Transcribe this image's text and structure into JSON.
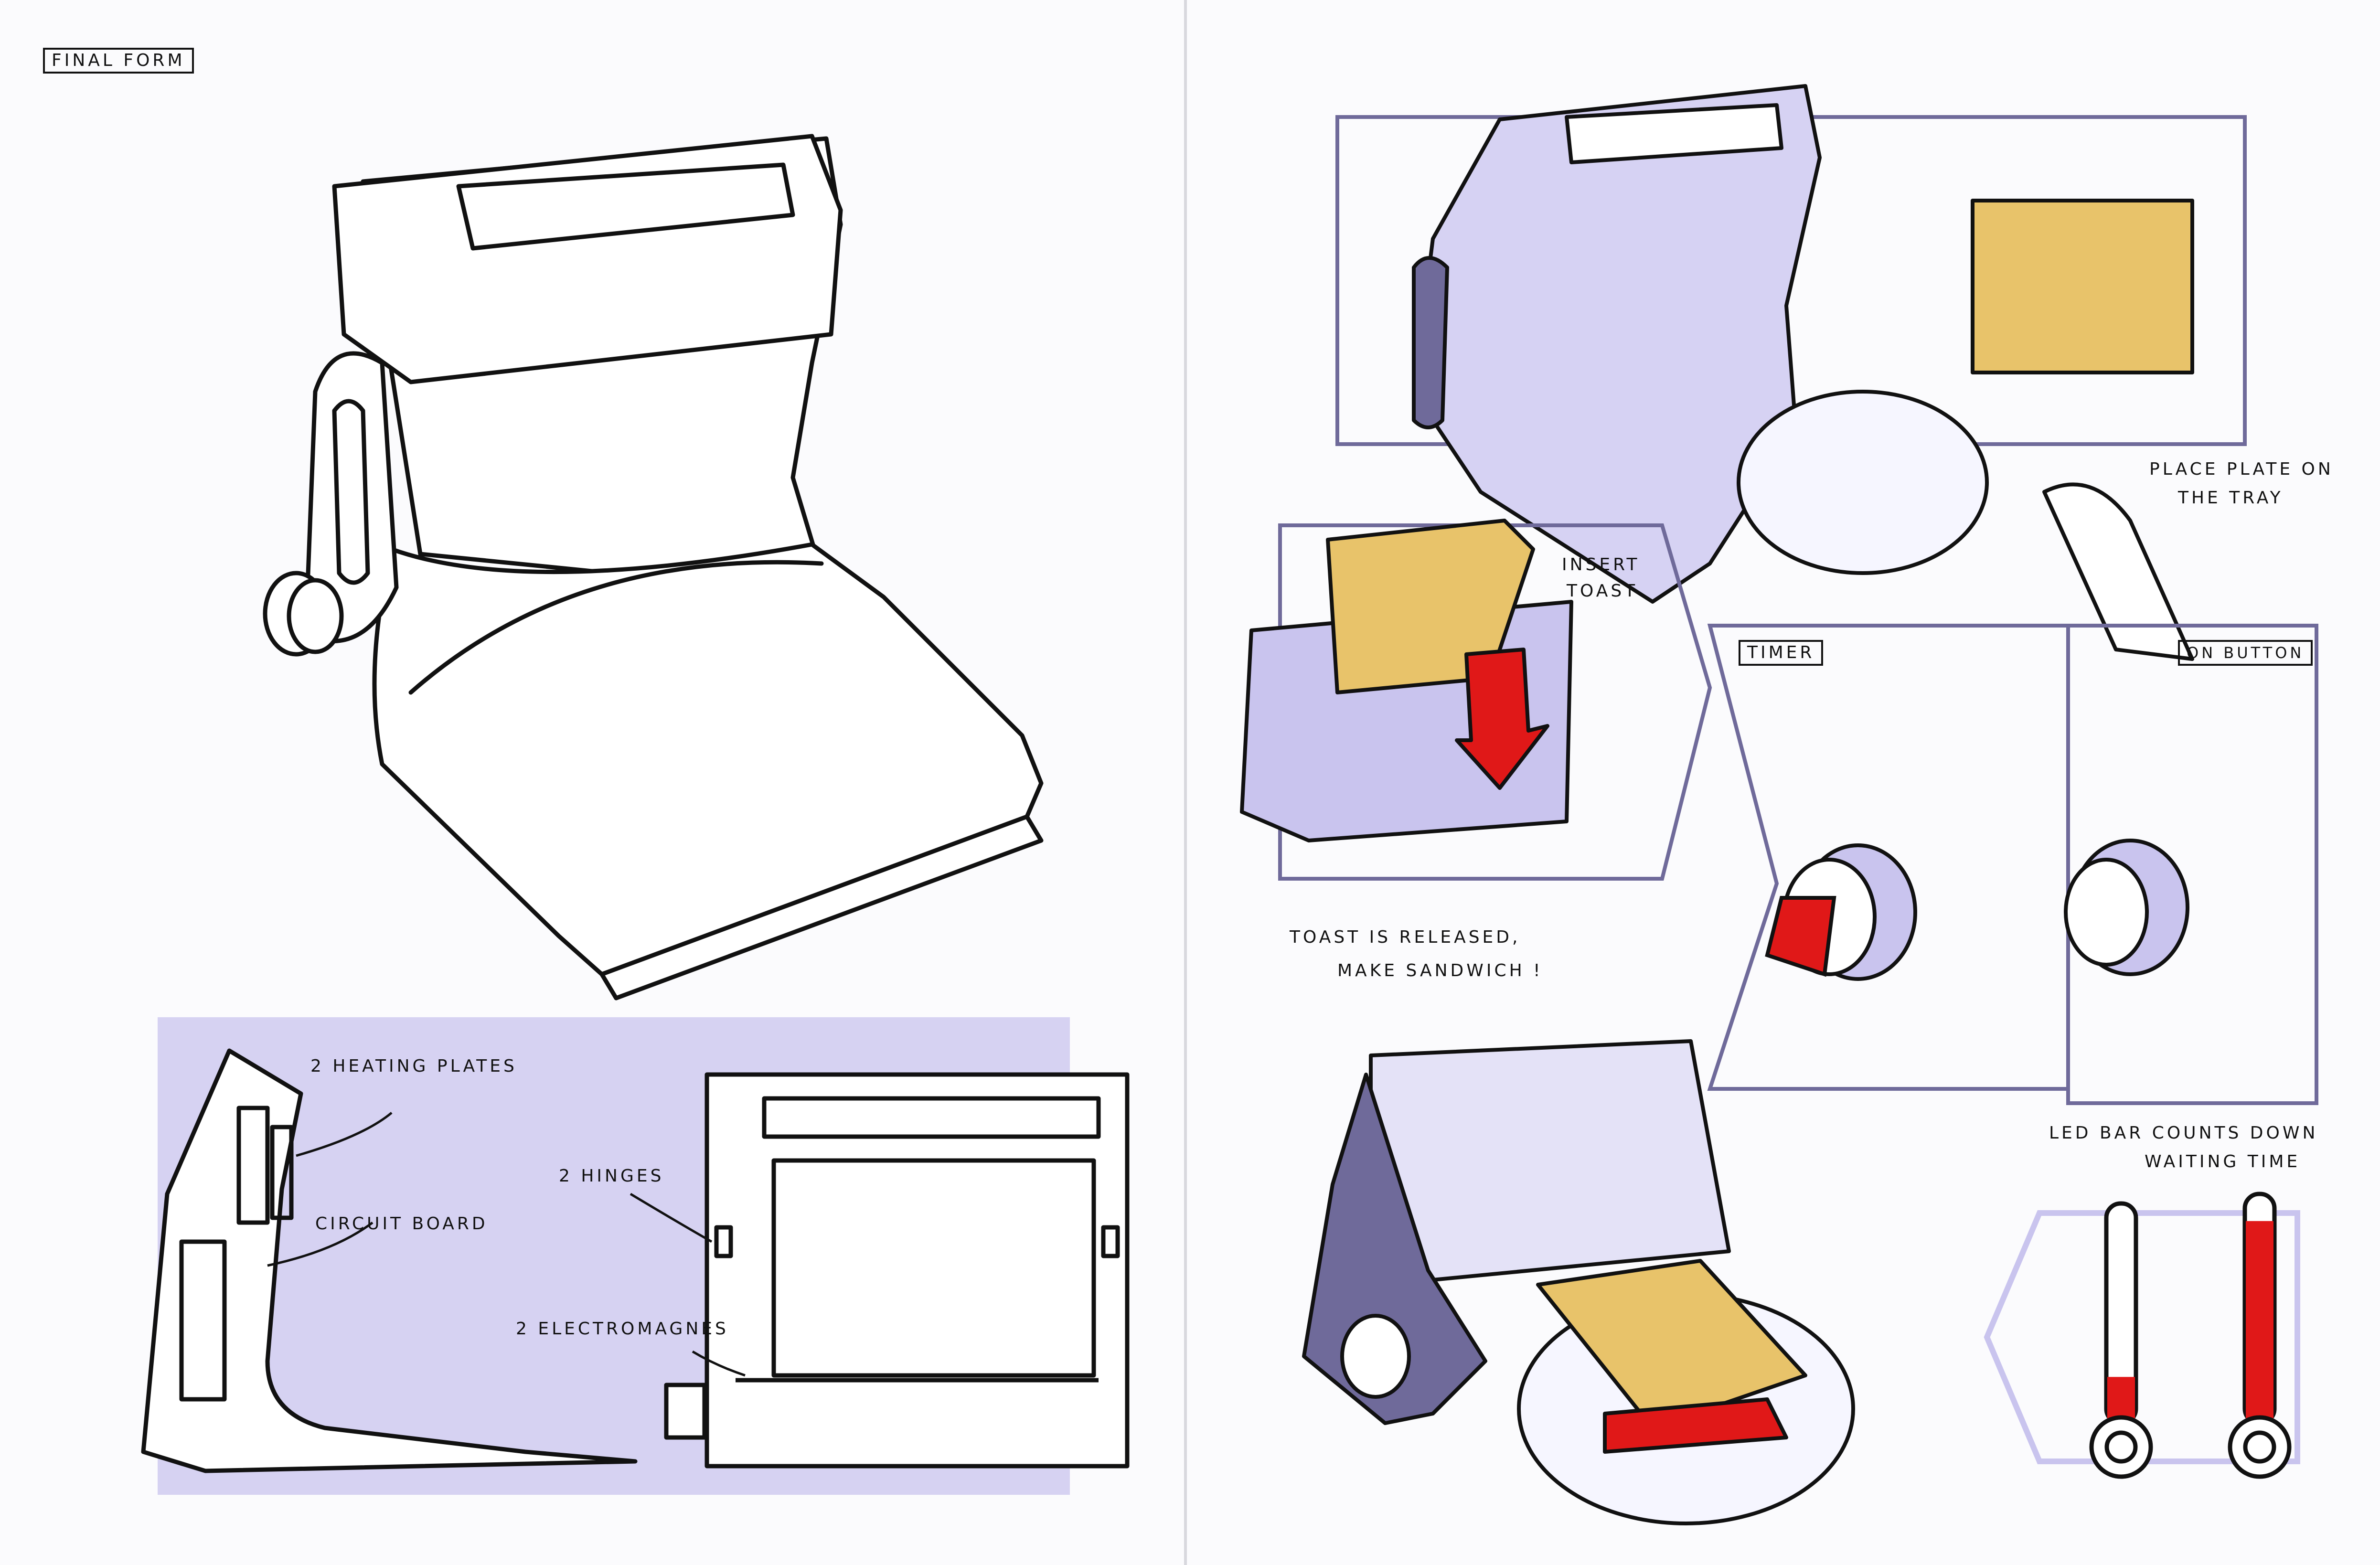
{
  "sheet": {
    "left_page": {
      "title": "FINAL FORM",
      "section_labels": {
        "heating_plates": "2 HEATING PLATES",
        "circuit_board": "CIRCUIT BOARD",
        "hinges": "2 HINGES",
        "electromagnets": "2 ELECTROMAGNES"
      }
    },
    "right_page": {
      "step_labels": {
        "place_plate_line1": "PLACE PLATE ON",
        "place_plate_line2": "THE TRAY",
        "insert_toast_line1": "INSERT",
        "insert_toast_line2": "TOAST",
        "timer": "TIMER",
        "on_button": "ON BUTTON",
        "released_line1": "TOAST IS RELEASED,",
        "released_line2": "MAKE SANDWICH !",
        "led_line1": "LED BAR COUNTS DOWN",
        "led_line2": "WAITING TIME"
      },
      "led_bars": {
        "countdown_fill_fraction": 0.22,
        "full_fill_fraction": 0.92
      }
    },
    "colors": {
      "ink": "#111111",
      "lavender": "#c9c4ee",
      "shadow": "#6f6a9a",
      "toast": "#e8c36a",
      "red": "#e01818",
      "paper": "#fbfbfd"
    }
  }
}
